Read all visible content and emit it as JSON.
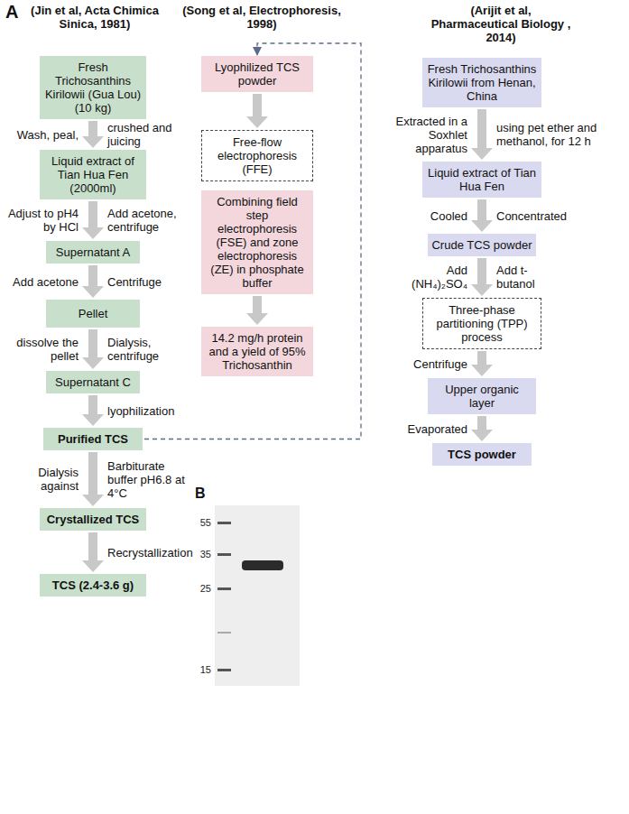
{
  "diagram": {
    "nodes": [
      {
        "text": [
          "Fresh Trichosanthins Kirilowii (Gua Lou) (10 kg)"
        ]
      },
      {
        "text": [
          "Liquid extract of Tian Hua Fen (2000ml)"
        ]
      },
      {
        "text": [
          "Supernatant A"
        ]
      },
      {
        "text": [
          "Pellet"
        ]
      },
      {
        "text": [
          "Supernatant C"
        ]
      },
      {
        "text": [
          "Purified TCS"
        ]
      },
      {
        "text": [
          "Crystallized TCS"
        ]
      },
      {
        "text": [
          "TCS (2.4-3.6 g)"
        ]
      },
      {
        "text": [
          "Lyophilized TCS powder"
        ]
      },
      {
        "text": [
          "Free-flow electrophoresis (FFE)"
        ]
      },
      {
        "text": [
          "Combining field step electrophoresis (FSE) and zone electrophoresis (ZE) in phosphate buffer"
        ]
      },
      {
        "text": [
          "14.2 mg/h protein and a yield of 95% Trichosanthin"
        ]
      },
      {
        "text": [
          "Fresh Trichosanthins Kirilowii from Henan, China"
        ]
      },
      {
        "text": [
          "Liquid extract of Tian Hua Fen"
        ]
      },
      {
        "text": [
          "Crude TCS powder"
        ]
      },
      {
        "text": [
          "Three-phase partitioning (TPP) process"
        ]
      },
      {
        "text": [
          "Upper organic layer"
        ]
      },
      {
        "text": [
          "TCS powder"
        ]
      }
    ],
    "edges": [
      {
        "from": 0,
        "to": 1,
        "arrow": "to"
      },
      {
        "from": 1,
        "to": 2,
        "arrow": "to"
      },
      {
        "from": 2,
        "to": 3,
        "arrow": "to"
      },
      {
        "from": 3,
        "to": 4,
        "arrow": "to"
      },
      {
        "from": 4,
        "to": 5,
        "arrow": "to"
      },
      {
        "from": 5,
        "to": 6,
        "arrow": "to"
      },
      {
        "from": 6,
        "to": 7,
        "arrow": "to"
      },
      {
        "from": 5,
        "to": 8,
        "arrow": "to"
      },
      {
        "from": 8,
        "to": 9,
        "arrow": "to"
      },
      {
        "from": 10,
        "to": 11,
        "arrow": "to"
      },
      {
        "from": 12,
        "to": 13,
        "arrow": "to"
      },
      {
        "from": 13,
        "to": 14,
        "arrow": "to"
      },
      {
        "from": 14,
        "to": 15,
        "arrow": "to"
      },
      {
        "from": 15,
        "to": 16,
        "arrow": "to"
      },
      {
        "from": 16,
        "to": 17,
        "arrow": "to"
      }
    ],
    "labels": [
      "A",
      "(Jin et al, Acta Chimica Sinica, 1981)",
      "(Song et al, Electrophoresis, 1998)",
      "(Arijit et al, Pharmaceutical Biology , 2014)",
      "Wash, peal,",
      "crushed and juicing",
      "Adjust to pH4 by HCl",
      "Add acetone, centrifuge",
      "Add acetone",
      "Centrifuge",
      "dissolve the pellet",
      "Dialysis, centrifuge",
      "lyophilization",
      "Dialysis against",
      "Barbiturate buffer pH6.8 at 4°C",
      "Recrystallization",
      "Extracted in a Soxhlet apparatus",
      "using pet ether and methanol, for 12 h",
      "Cooled",
      "Concentrated",
      "Add (NH₄)₂SO₄",
      "Add t-butanol",
      "Centrifuge",
      "Evaporated",
      "B",
      "55",
      "35",
      "25",
      "15"
    ]
  }
}
